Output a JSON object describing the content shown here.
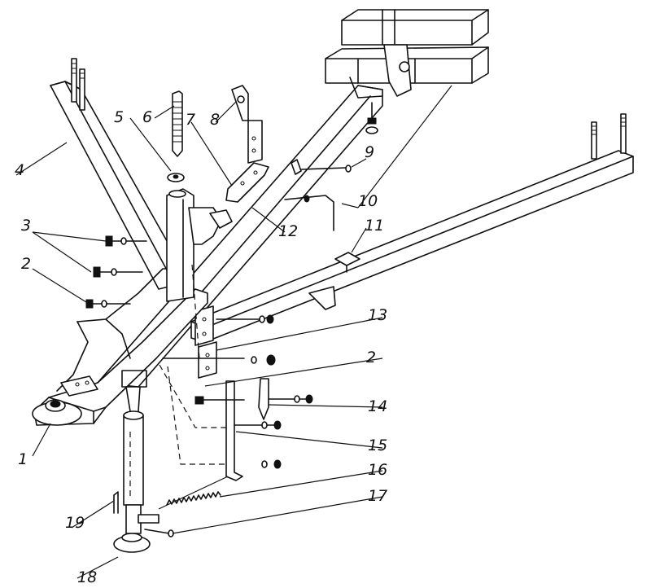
{
  "diagram": {
    "callouts": [
      {
        "id": "c1",
        "label": "1"
      },
      {
        "id": "c2a",
        "label": "2"
      },
      {
        "id": "c2b",
        "label": "2"
      },
      {
        "id": "c3",
        "label": "3"
      },
      {
        "id": "c4",
        "label": "4"
      },
      {
        "id": "c5",
        "label": "5"
      },
      {
        "id": "c6",
        "label": "6"
      },
      {
        "id": "c7",
        "label": "7"
      },
      {
        "id": "c8",
        "label": "8"
      },
      {
        "id": "c9",
        "label": "9"
      },
      {
        "id": "c10",
        "label": "10"
      },
      {
        "id": "c11",
        "label": "11"
      },
      {
        "id": "c12",
        "label": "12"
      },
      {
        "id": "c13",
        "label": "13"
      },
      {
        "id": "c14",
        "label": "14"
      },
      {
        "id": "c15",
        "label": "15"
      },
      {
        "id": "c16",
        "label": "16"
      },
      {
        "id": "c17",
        "label": "17"
      },
      {
        "id": "c18",
        "label": "18"
      },
      {
        "id": "c19",
        "label": "19"
      }
    ]
  }
}
